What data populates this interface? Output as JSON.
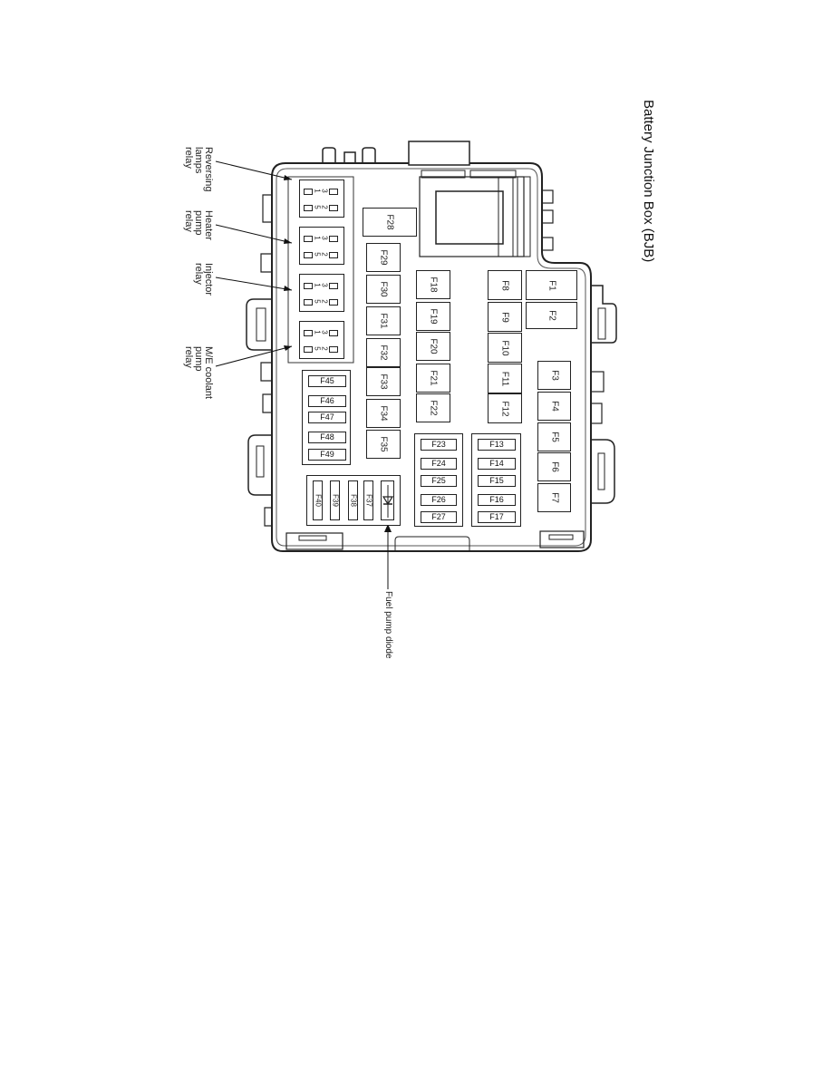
{
  "title": "Battery Junction Box (BJB)",
  "relays": [
    {
      "label": "Reversing\nlamps\nrelay",
      "pins_top": [
        "1",
        "3"
      ],
      "pins_bottom": [
        "5",
        "2"
      ]
    },
    {
      "label": "Heater\npump\nrelay",
      "pins_top": [
        "1",
        "3"
      ],
      "pins_bottom": [
        "5",
        "2"
      ]
    },
    {
      "label": "Injector\nrelay",
      "pins_top": [
        "1",
        "3"
      ],
      "pins_bottom": [
        "5",
        "2"
      ]
    },
    {
      "label": "M/E coolant\npump\nrelay",
      "pins_top": [
        "1",
        "3"
      ],
      "pins_bottom": [
        "5",
        "2"
      ]
    }
  ],
  "fuses": {
    "large": [
      "F1",
      "F2"
    ],
    "right_column": [
      "F3",
      "F4",
      "F5",
      "F6",
      "F7"
    ],
    "col_f8_f12": [
      "F8",
      "F9",
      "F10",
      "F11",
      "F12"
    ],
    "col_f18_f22": [
      "F18",
      "F19",
      "F20",
      "F21",
      "F22"
    ],
    "block_f13_f17": [
      "F13",
      "F14",
      "F15",
      "F16",
      "F17"
    ],
    "block_f23_f27": [
      "F23",
      "F24",
      "F25",
      "F26",
      "F27"
    ],
    "f28": "F28",
    "col_f29_f35": [
      "F29",
      "F30",
      "F31",
      "F32",
      "F33",
      "F34",
      "F35"
    ],
    "block_f45_f49": [
      "F45",
      "F46",
      "F47",
      "F48",
      "F49"
    ],
    "block_f37_f40": [
      "F40",
      "F39",
      "F38",
      "F37"
    ]
  },
  "diode_label": "Fuel pump diode",
  "colors": {
    "line": "#222222",
    "background": "#ffffff"
  }
}
